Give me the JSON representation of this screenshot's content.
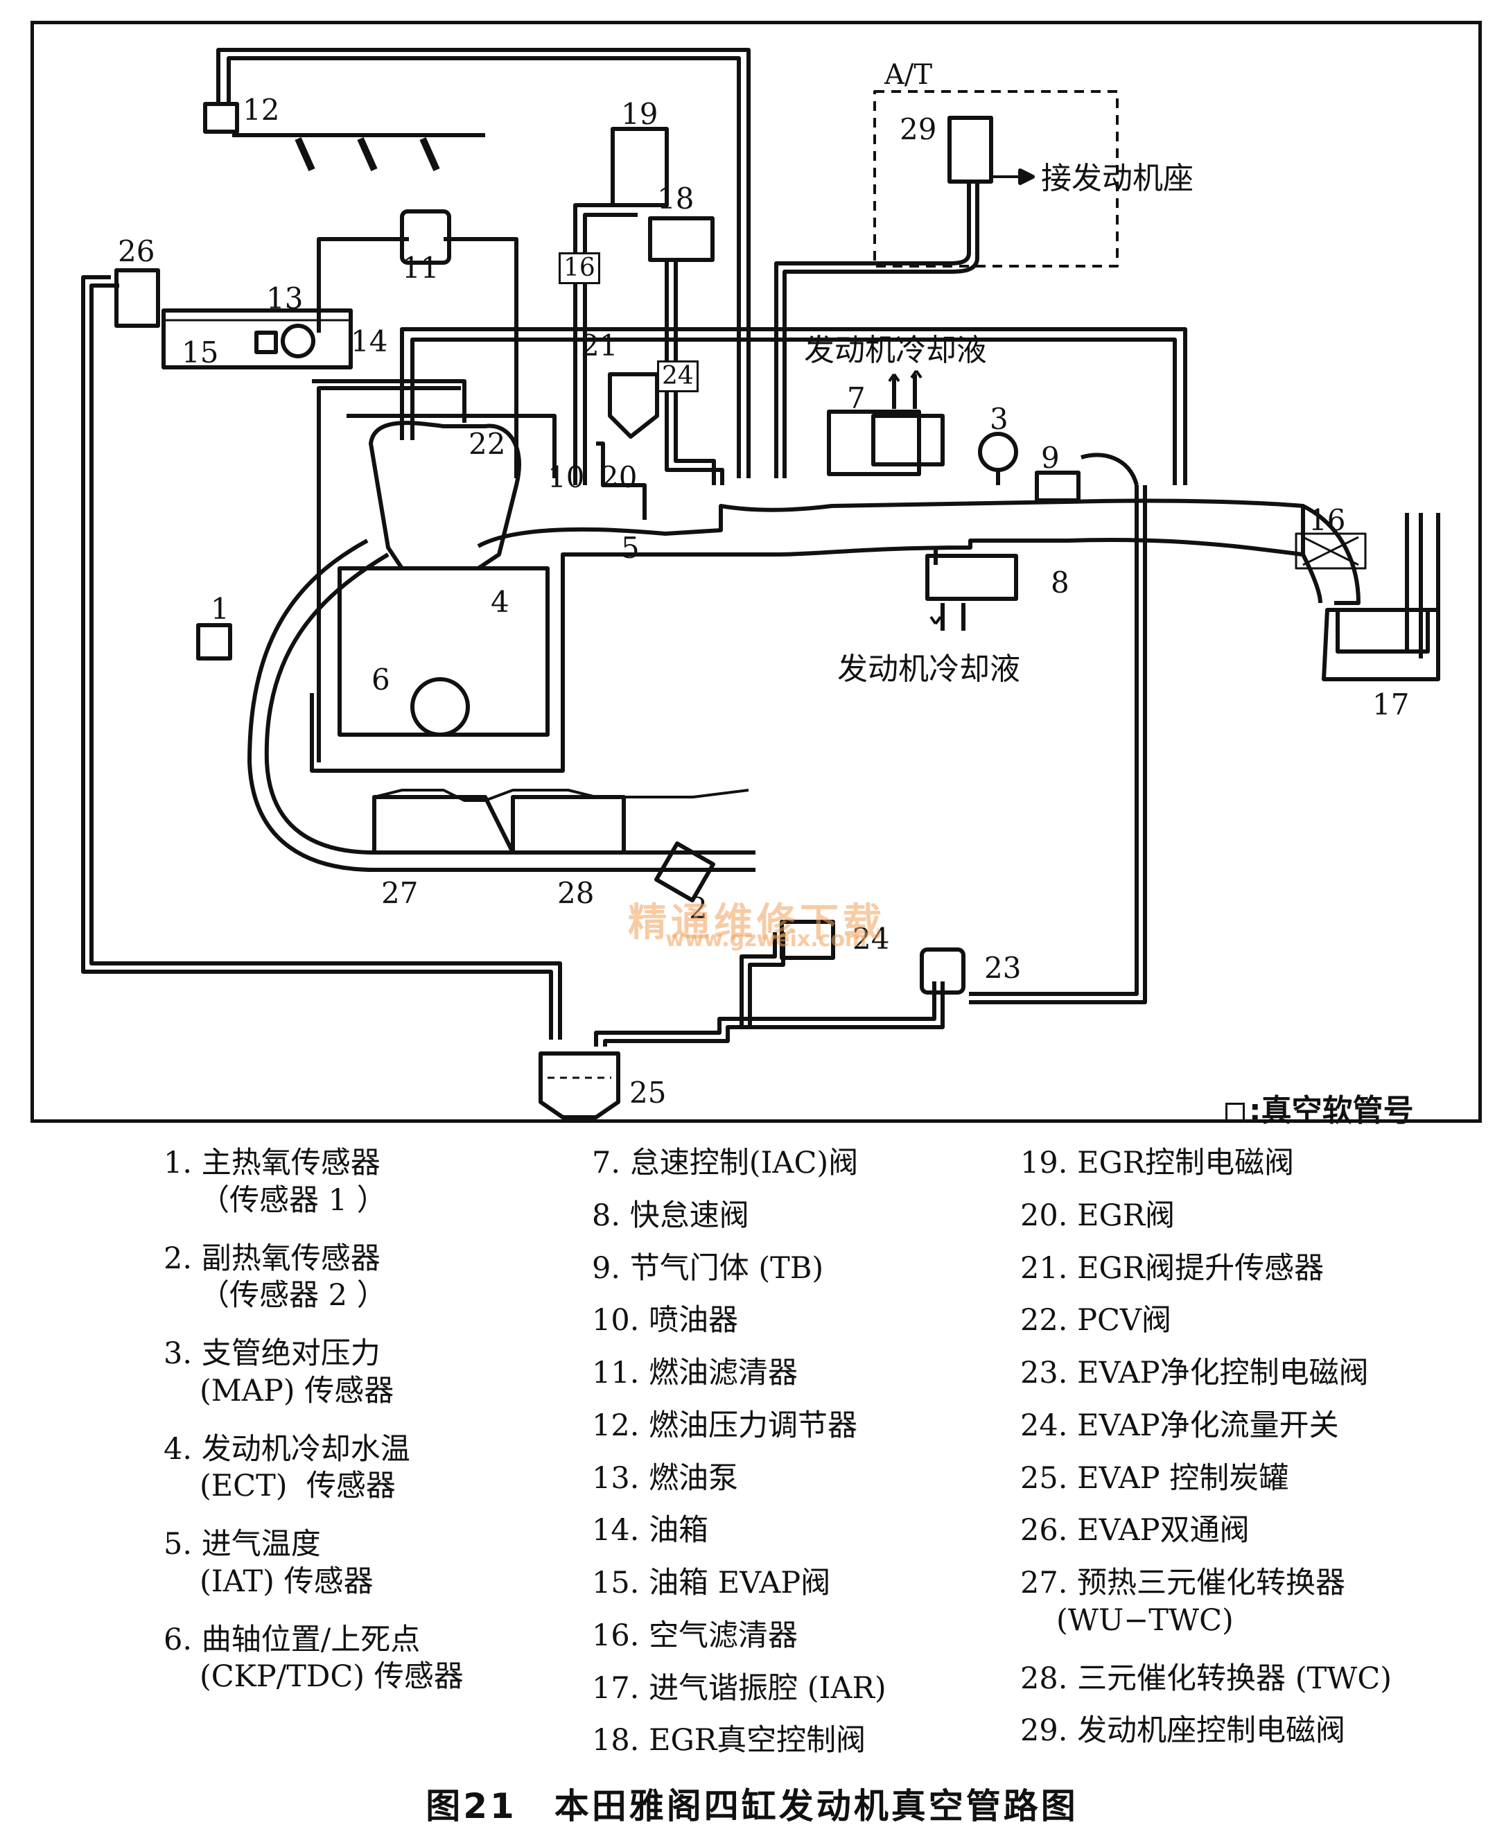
{
  "diagram": {
    "callouts": {
      "n1": "1",
      "n2": "2",
      "n3": "3",
      "n4": "4",
      "n5": "5",
      "n6": "6",
      "n7": "7",
      "n8": "8",
      "n9": "9",
      "n10": "10",
      "n11": "11",
      "n12": "12",
      "n13": "13",
      "n14": "14",
      "n15": "15",
      "n16": "16",
      "n17": "17",
      "n18": "18",
      "n19": "19",
      "n20": "20",
      "n21": "21",
      "n22": "22",
      "n23": "23",
      "n24": "24",
      "n25": "25",
      "n26": "26",
      "n27": "27",
      "n28": "28",
      "n29": "29"
    },
    "hose_numbers": {
      "h16": "16",
      "h24": "24"
    },
    "at_label": "A/T",
    "engine_mount_label": "接发动机座",
    "coolant_label_top": "发动机冷却液",
    "coolant_label_bottom": "发动机冷却液",
    "hose_legend": "真空软管号",
    "watermark": "精通维修下载",
    "watermark_url": "www.gzweix.com"
  },
  "legend": {
    "col1": [
      {
        "num": "1.",
        "text": "主热氧传感器",
        "sub": "（传感器 1 ）"
      },
      {
        "num": "2.",
        "text": "副热氧传感器",
        "sub": "（传感器 2 ）"
      },
      {
        "num": "3.",
        "text": "支管绝对压力",
        "sub": "(MAP) 传感器"
      },
      {
        "num": "4.",
        "text": "发动机冷却水温",
        "sub": "(ECT)  传感器"
      },
      {
        "num": "5.",
        "text": "进气温度",
        "sub": "(IAT) 传感器"
      },
      {
        "num": "6.",
        "text": "曲轴位置/上死点",
        "sub": "(CKP/TDC) 传感器"
      }
    ],
    "col2": [
      {
        "num": "7.",
        "text": "怠速控制(IAC)阀"
      },
      {
        "num": "8.",
        "text": "快怠速阀"
      },
      {
        "num": "9.",
        "text": "节气门体 (TB)"
      },
      {
        "num": "10.",
        "text": "喷油器"
      },
      {
        "num": "11.",
        "text": "燃油滤清器"
      },
      {
        "num": "12.",
        "text": "燃油压力调节器"
      },
      {
        "num": "13.",
        "text": "燃油泵"
      },
      {
        "num": "14.",
        "text": "油箱"
      },
      {
        "num": "15.",
        "text": "油箱 EVAP阀"
      },
      {
        "num": "16.",
        "text": "空气滤清器"
      },
      {
        "num": "17.",
        "text": "进气谐振腔 (IAR)"
      },
      {
        "num": "18.",
        "text": "EGR真空控制阀"
      }
    ],
    "col3": [
      {
        "num": "19.",
        "text": "EGR控制电磁阀"
      },
      {
        "num": "20.",
        "text": "EGR阀"
      },
      {
        "num": "21.",
        "text": "EGR阀提升传感器"
      },
      {
        "num": "22.",
        "text": "PCV阀"
      },
      {
        "num": "23.",
        "text": "EVAP净化控制电磁阀"
      },
      {
        "num": "24.",
        "text": "EVAP净化流量开关"
      },
      {
        "num": "25.",
        "text": "EVAP 控制炭罐"
      },
      {
        "num": "26.",
        "text": "EVAP双通阀"
      },
      {
        "num": "27.",
        "text": "预热三元催化转换器",
        "sub": "(WU−TWC)"
      },
      {
        "num": "28.",
        "text": "三元催化转换器 (TWC)"
      },
      {
        "num": "29.",
        "text": "发动机座控制电磁阀"
      }
    ]
  },
  "caption": "图21　本田雅阁四缸发动机真空管路图"
}
